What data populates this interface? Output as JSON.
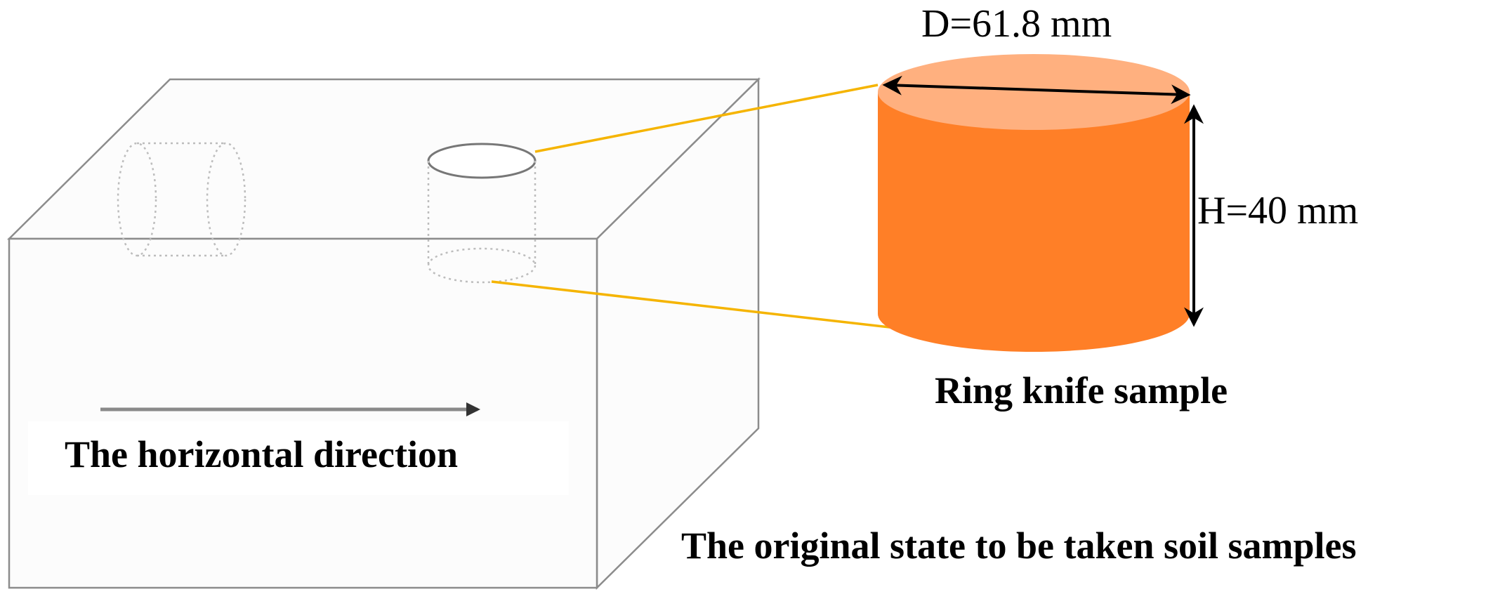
{
  "labels": {
    "diameter": "D=61.8 mm",
    "height": "H=40 mm",
    "sample_caption": "Ring knife sample",
    "horizontal_direction": "The horizontal direction",
    "original_state_caption": "The original state to be taken soil samples"
  },
  "colors": {
    "cylinder_side": "#FF7F27",
    "cylinder_top": "#FFB07F",
    "connector_line": "#F5B400",
    "box_edge": "#8C8C8C",
    "box_face": "#FCFCFC",
    "dotted_outline": "#BDBDBD",
    "arrow": "#000000"
  }
}
